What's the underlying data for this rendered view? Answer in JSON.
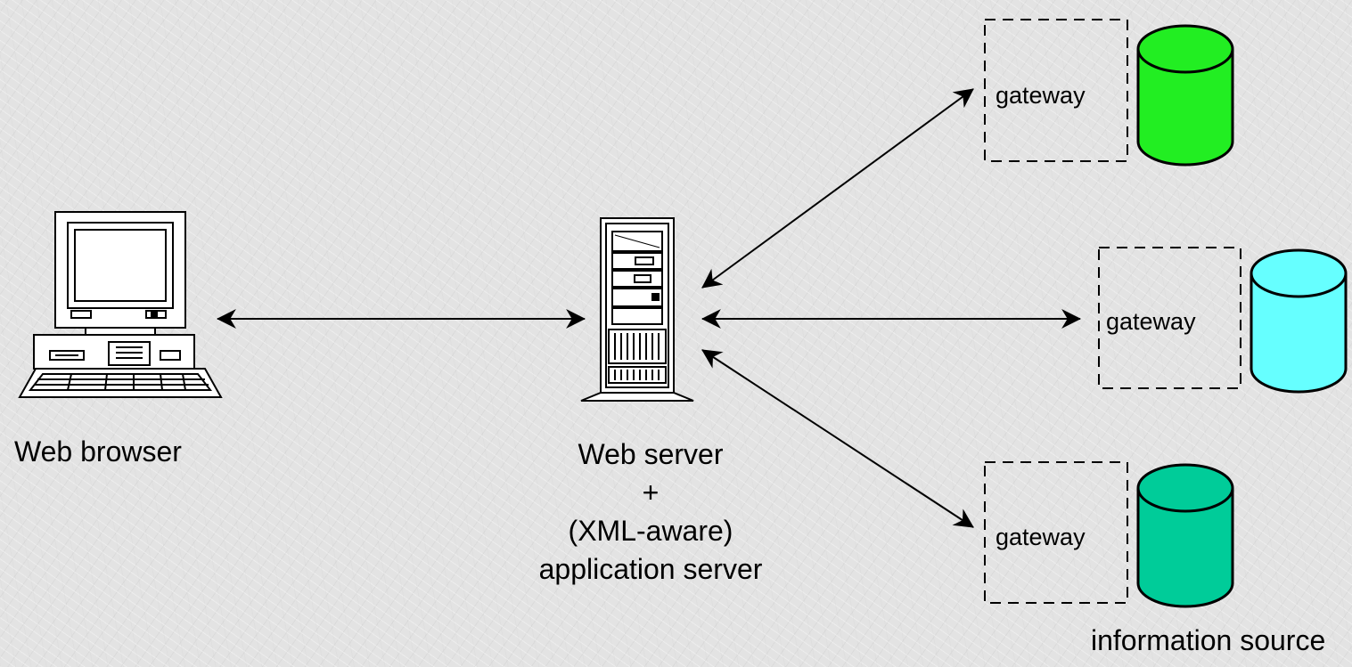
{
  "labels": {
    "browser": "Web browser",
    "server_lines": [
      "Web server",
      "+",
      "(XML-aware)",
      "application server"
    ],
    "source": "information source"
  },
  "gateways": [
    {
      "label": "gateway",
      "db_color": "#22ee22"
    },
    {
      "label": "gateway",
      "db_color": "#66ffff"
    },
    {
      "label": "gateway",
      "db_color": "#00cc99"
    }
  ],
  "colors": {
    "background": "#e3e3e3",
    "stroke": "#000000",
    "machine_fill": "#ffffff"
  },
  "icons": [
    "desktop-computer-icon",
    "tower-server-icon",
    "database-icon"
  ]
}
